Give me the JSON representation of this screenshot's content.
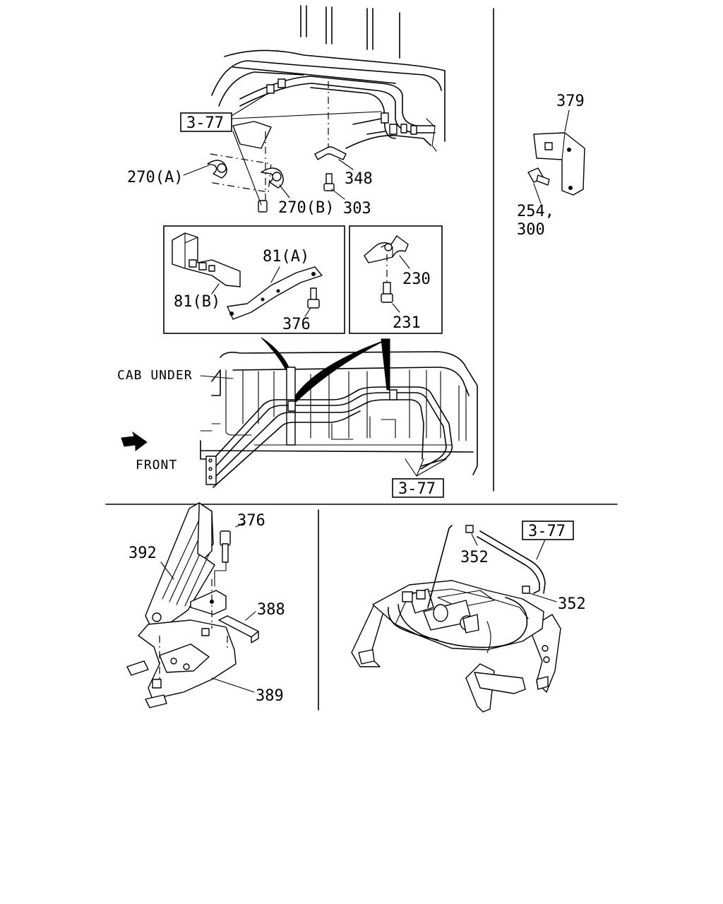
{
  "refs": {
    "top_left": "3-77",
    "cab_under": "3-77",
    "bottom_right": "3-77"
  },
  "labels": {
    "cab_under": "CAB UNDER",
    "front": "FRONT"
  },
  "parts": {
    "p379": "379",
    "p254": "254,",
    "p300": "300",
    "p270a": "270(A)",
    "p270b": "270(B)",
    "p348": "348",
    "p303": "303",
    "p81a": "81(A)",
    "p81b": "81(B)",
    "p376_inset": "376",
    "p230": "230",
    "p231": "231",
    "p376": "376",
    "p392": "392",
    "p388": "388",
    "p389": "389",
    "p352_top": "352",
    "p352_right": "352"
  }
}
